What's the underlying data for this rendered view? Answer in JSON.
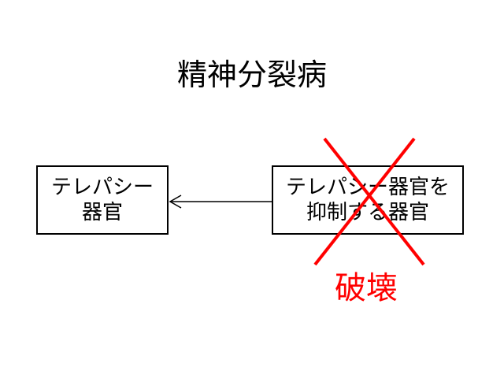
{
  "title": "精神分裂病",
  "left_box": {
    "text": "テレパシー\n器官"
  },
  "right_box": {
    "text": "テレパシー器官を\n抑制する器官"
  },
  "destroy_label": "破壊",
  "colors": {
    "cross": "#ff0000",
    "destroy_text": "#ff0000",
    "line": "#000000"
  }
}
